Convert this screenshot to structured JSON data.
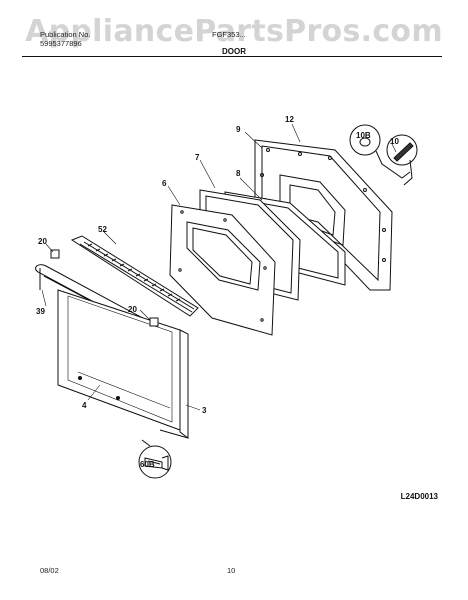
{
  "watermark": "AppliancePartsPros.com",
  "header": {
    "publication_label": "Publication No.",
    "publication_number": "5995377896",
    "model": "FGF353..."
  },
  "section_title": "DOOR",
  "diagram": {
    "code": "L24D0013",
    "callouts": [
      "12",
      "9",
      "7",
      "8",
      "6",
      "10B",
      "10",
      "52",
      "20",
      "39",
      "20",
      "4",
      "3",
      "60B"
    ]
  },
  "footer": {
    "date": "08/02",
    "page": "10"
  }
}
